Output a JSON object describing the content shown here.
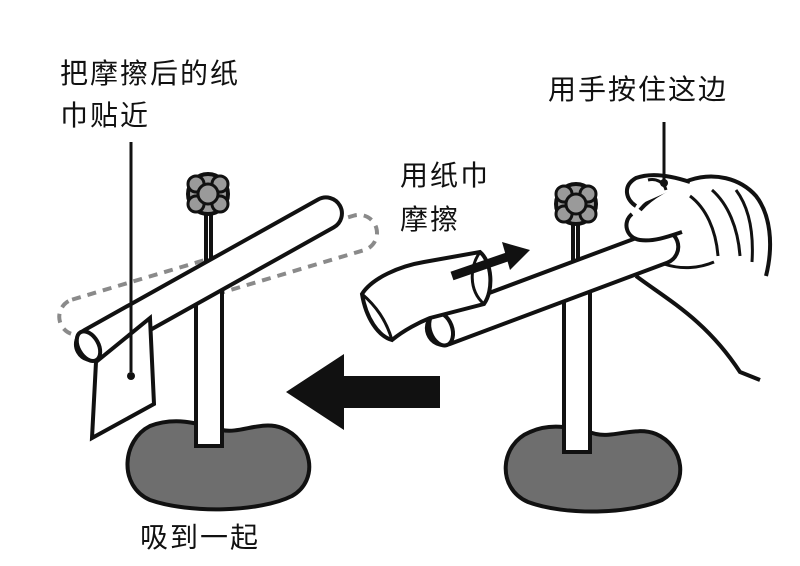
{
  "labels": {
    "paper_near_line1": "把摩擦后的纸",
    "paper_near_line2": "巾贴近",
    "hold_here": "用手按住这边",
    "rub_line1": "用纸巾",
    "rub_line2": "摩擦",
    "stick_together": "吸到一起"
  },
  "colors": {
    "ink": "#111111",
    "base_fill": "#6e6e6e",
    "knob_fill": "#9a9a9a",
    "dashed_outline": "#8a8a8a",
    "paper": "#ffffff"
  }
}
